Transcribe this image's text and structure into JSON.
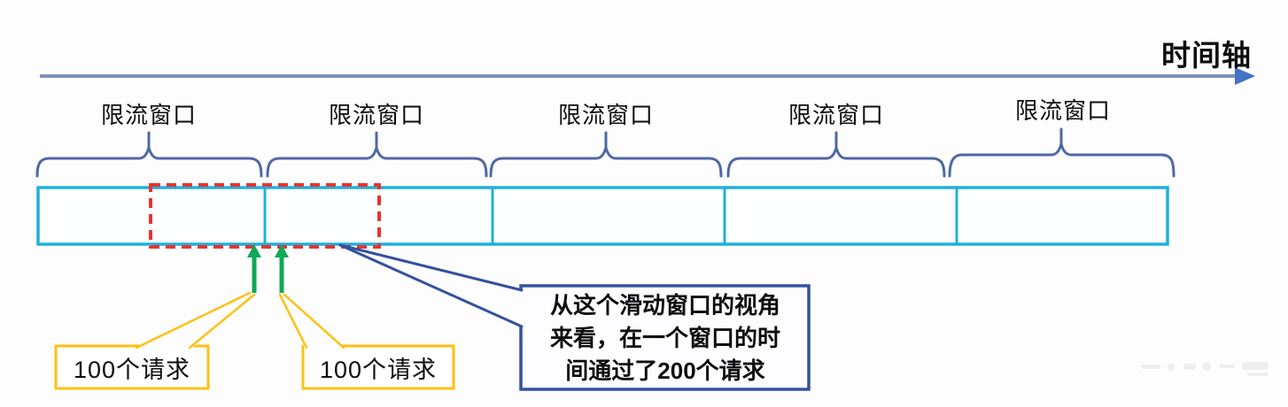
{
  "timeline": {
    "label": "时间轴"
  },
  "windows": {
    "labels": [
      "限流窗口",
      "限流窗口",
      "限流窗口",
      "限流窗口",
      "限流窗口"
    ],
    "cell_count": 5
  },
  "requests": {
    "left_label": "100个请求",
    "right_label": "100个请求"
  },
  "note": {
    "lines": [
      "从这个滑动窗口的视角",
      "来看，在一个窗口的时",
      "间通过了200个请求"
    ],
    "full_text": "从这个滑动窗口的视角来看，在一个窗口的时间通过了200个请求"
  },
  "colors": {
    "bar_cyan": "#1FB0DB",
    "bracket_blue": "#4F68A5",
    "timeline_line": "#8091B8",
    "timeline_head": "#4472C4",
    "sliding_window_red": "#E43531",
    "arrow_green": "#0FA857",
    "callout_yellow": "#FFC012",
    "note_border_blue": "#33519E",
    "text": "#0d0d0d"
  }
}
